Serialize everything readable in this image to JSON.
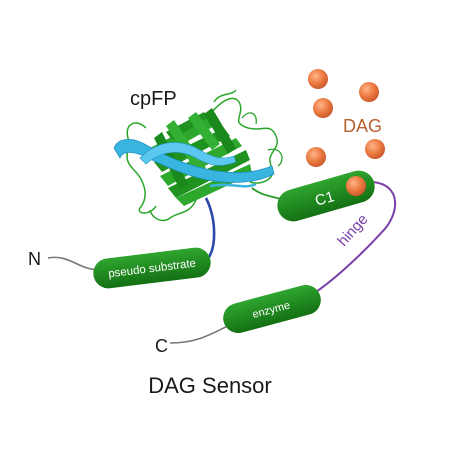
{
  "title": "DAG Sensor",
  "labels": {
    "cpfp": "cpFP",
    "dag": "DAG",
    "n_terminus": "N",
    "c_terminus": "C",
    "hinge": "hinge"
  },
  "domains": {
    "pseudo_substrate": "pseudo substrate",
    "c1": "C1",
    "enzyme": "enzyme"
  },
  "colors": {
    "domain_green": "#1e8a1e",
    "barrel_green": "#2aa62a",
    "helix_cyan": "#39b6e0",
    "linker_blue": "#2d4aa8",
    "hinge_purple": "#7a3fa8",
    "dag_orange": "#e8743c",
    "dag_text": "#b8612e",
    "terminus_gray": "#777777"
  },
  "dag_molecule_count": 6
}
